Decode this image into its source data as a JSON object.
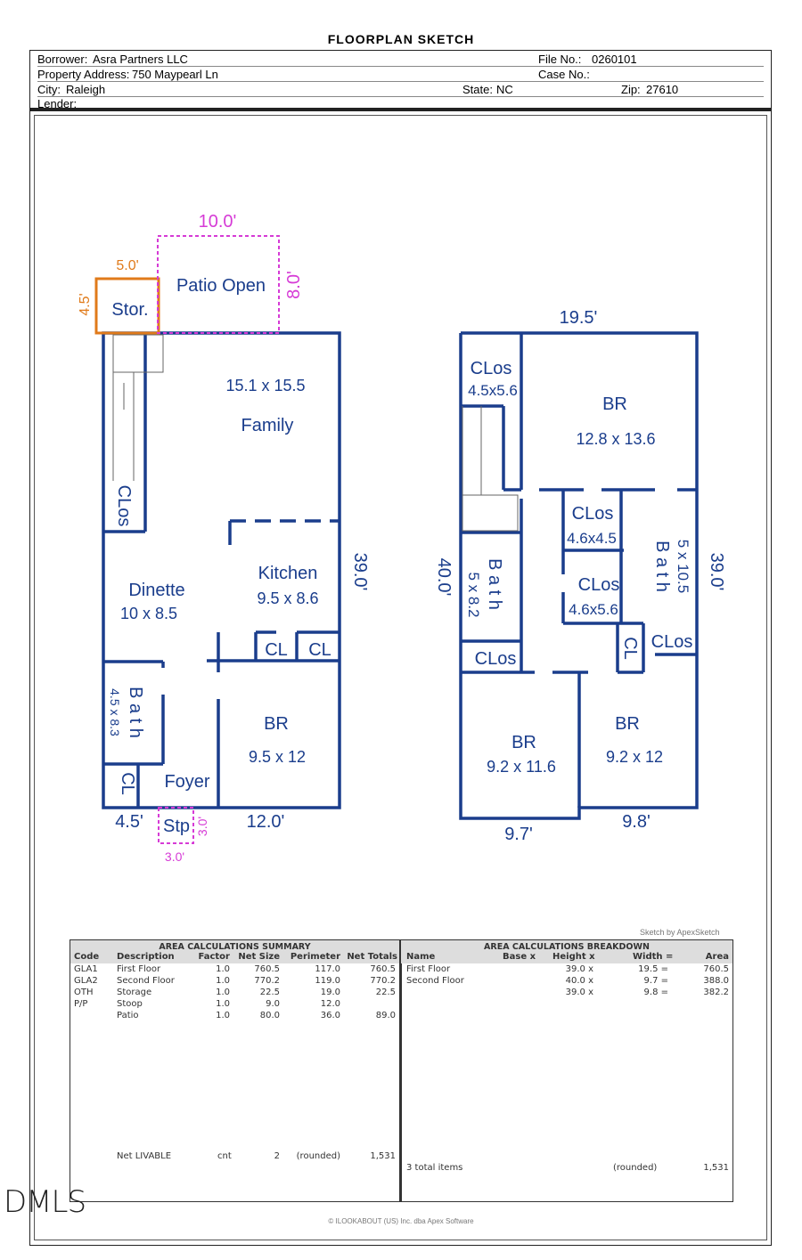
{
  "title": "FLOORPLAN SKETCH",
  "header": {
    "borrower_label": "Borrower:",
    "borrower": "Asra Partners LLC",
    "file_label": "File No.:",
    "file_no": "0260101",
    "address_label": "Property Address:",
    "address": "750 Maypearl Ln",
    "case_label": "Case No.:",
    "city_label": "City:",
    "city": "Raleigh",
    "state_label": "State:",
    "state": "NC",
    "zip_label": "Zip:",
    "zip": "27610",
    "lender_label": "Lender:"
  },
  "plan": {
    "first": {
      "patio": "Patio Open",
      "patio_w": "10.0'",
      "patio_h": "8.0'",
      "stor": "Stor.",
      "stor_w": "5.0'",
      "stor_h": "4.5'",
      "family": "Family",
      "family_size": "15.1 x 15.5",
      "clos": "CLos",
      "kitchen": "Kitchen",
      "kitchen_size": "9.5 x 8.6",
      "dinette": "Dinette",
      "dinette_size": "10 x 8.5",
      "cl1": "CL",
      "cl2": "CL",
      "bath": "B a t h",
      "bath_size": "4.5 x 8.3",
      "br": "BR",
      "br_size": "9.5 x 12",
      "cl3": "CL",
      "foyer": "Foyer",
      "height": "39.0'",
      "bottom_left": "4.5'",
      "bottom_right": "12.0'",
      "stp": "Stp",
      "stp_w": "3.0'",
      "stp_h": "3.0'"
    },
    "second": {
      "top": "19.5'",
      "clos1": "CLos",
      "clos1_size": "4.5x5.6",
      "br1": "BR",
      "br1_size": "12.8 x 13.6",
      "clos2": "CLos",
      "clos2_size": "4.6x4.5",
      "clos3": "CLos",
      "clos3_size": "4.6x5.6",
      "bath1": "B a t h",
      "bath1_size": "5 x 10.5",
      "bath2": "B a t h",
      "bath2_size": "5 x 8.2",
      "cl": "CL",
      "clos4": "CLos",
      "clos5": "CLos",
      "br2": "BR",
      "br2_size": "9.2 x 11.6",
      "br3": "BR",
      "br3_size": "9.2 x 12",
      "left_h": "40.0'",
      "right_h": "39.0'",
      "bottom_left": "9.7'",
      "bottom_right": "9.8'"
    }
  },
  "credit_sketch": "Sketch by ApexSketch",
  "summary": {
    "caption": "AREA CALCULATIONS SUMMARY",
    "headers": [
      "Code",
      "Description",
      "Factor",
      "Net Size",
      "Perimeter",
      "Net Totals"
    ],
    "rows": [
      [
        "GLA1",
        "First Floor",
        "1.0",
        "760.5",
        "117.0",
        "760.5"
      ],
      [
        "GLA2",
        "Second Floor",
        "1.0",
        "770.2",
        "119.0",
        "770.2"
      ],
      [
        "OTH",
        "Storage",
        "1.0",
        "22.5",
        "19.0",
        "22.5"
      ],
      [
        "P/P",
        "Stoop",
        "1.0",
        "9.0",
        "12.0",
        ""
      ],
      [
        "",
        "Patio",
        "1.0",
        "80.0",
        "36.0",
        "89.0"
      ]
    ],
    "footer": [
      "Net LIVABLE",
      "cnt",
      "2",
      "(rounded)",
      "1,531"
    ]
  },
  "breakdown": {
    "caption": "AREA CALCULATIONS BREAKDOWN",
    "headers": [
      "Name",
      "Base  x",
      "Height  x",
      "Width  =",
      "Area"
    ],
    "rows": [
      [
        "First Floor",
        "",
        "39.0  x",
        "19.5  =",
        "760.5"
      ],
      [
        "Second Floor",
        "",
        "40.0  x",
        "9.7  =",
        "388.0"
      ],
      [
        "",
        "",
        "39.0  x",
        "9.8  =",
        "382.2"
      ]
    ],
    "footer": [
      "3 total items",
      "(rounded)",
      "1,531"
    ]
  },
  "copyright": "© ILOOKABOUT (US) Inc. dba Apex Software",
  "watermark": "DMLS",
  "colors": {
    "wall": "#1a3d8c",
    "patio": "#d63bd6",
    "storage": "#e07a1a"
  }
}
